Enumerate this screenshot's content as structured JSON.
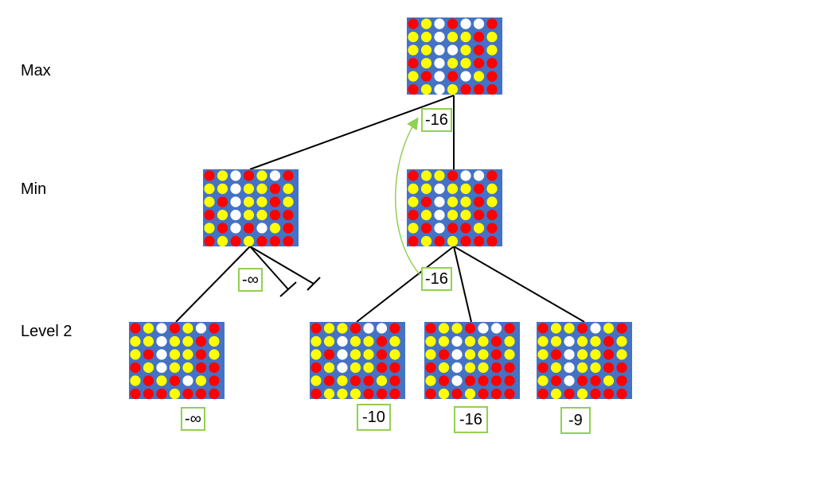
{
  "levels": {
    "max": "Max",
    "min": "Min",
    "level2": "Level 2"
  },
  "scores": {
    "root": "-16",
    "min_left": "-∞",
    "min_right": "-16",
    "leaf_1": "-∞",
    "leaf_2": "-10",
    "leaf_3": "-16",
    "leaf_4": "-9"
  },
  "colors": {
    "board": "#4472c4",
    "red": "#ff0000",
    "yellow": "#ffff00",
    "white": "#ffffff",
    "score_border": "#92d050",
    "arrow": "#92d050",
    "edge": "#000000"
  },
  "boards": {
    "root": [
      "RYWRWWR",
      "YYWYYRY",
      "YYWWYRY",
      "RYWYYRR",
      "YRWRWYR",
      "RYWYRRR"
    ],
    "min_left": [
      "RYWRYWR",
      "YYWYYRY",
      "YRWYYRY",
      "RYWYYRR",
      "YRWRWYR",
      "RYRYRRR"
    ],
    "min_right": [
      "RYYRWWR",
      "YYWYYRY",
      "YRWYYRY",
      "RYWYYRR",
      "YRWRRYR",
      "RYRYRRR"
    ],
    "leaf_1": [
      "RYWRYWR",
      "YYWYYRY",
      "YRWYYRY",
      "RYWYYRR",
      "YRYRWYR",
      "RRRYRRR"
    ],
    "leaf_2": [
      "RYYRWWR",
      "YYWYYRY",
      "YRWYYRY",
      "RYWYYRR",
      "YRYRRYR",
      "RYYYRRR"
    ],
    "leaf_3": [
      "RYYRWWR",
      "YYWYYRY",
      "YRWYYRY",
      "RYWYYRR",
      "YRWRRRR",
      "RYRYRRR"
    ],
    "leaf_4": [
      "RYYRWYR",
      "YYWYYRY",
      "YRWYYRY",
      "RYWYYRR",
      "YRWRRYR",
      "RYRYRRR"
    ]
  }
}
